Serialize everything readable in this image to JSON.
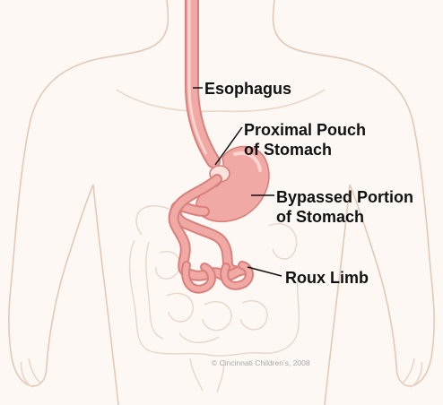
{
  "labels": {
    "esophagus": "Esophagus",
    "pouch_line1": "Proximal Pouch",
    "pouch_line2": "of Stomach",
    "bypassed_line1": "Bypassed Portion",
    "bypassed_line2": "of Stomach",
    "roux": "Roux Limb"
  },
  "credit": "© Cincinnati Children’s, 2008",
  "colors": {
    "background": "#fdf8f3",
    "body_outline": "#e2c9b8",
    "intestine_outline": "#e7d6cc",
    "organ_fill": "#f0a9a4",
    "organ_stroke": "#d9807c",
    "organ_highlight": "#fbd3cf",
    "pouch_fill": "#fbe3dd",
    "pointer": "#111111",
    "label_text": "#111111",
    "credit_text": "#a8a8a8"
  }
}
